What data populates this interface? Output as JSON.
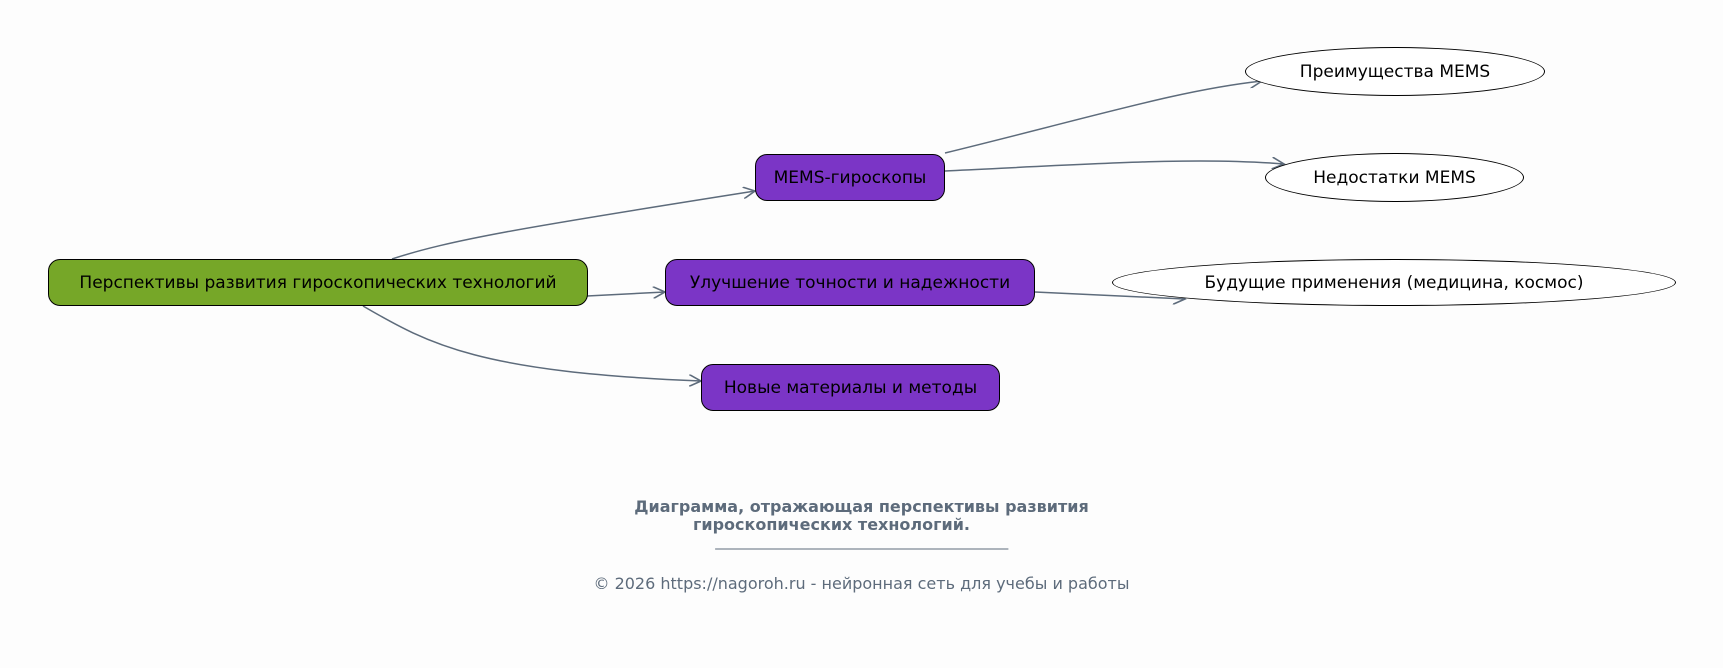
{
  "diagram": {
    "root": "Перспективы развития гироскопических технологий",
    "branches": [
      "MEMS-гироскопы",
      "Улучшение точности и надежности",
      "Новые материалы и методы"
    ],
    "leaves": [
      "Преимущества MEMS",
      "Недостатки MEMS",
      "Будущие применения (медицина, космос)"
    ],
    "colors": {
      "root": "#76a728",
      "branch": "#7b35c6",
      "edge": "#5d6b7b"
    }
  },
  "caption": {
    "line1": "Диаграмма, отражающая перспективы развития",
    "line2": "гироскопических технологий.",
    "separator": "_____________________________________________",
    "copyright": "© 2026 https://nagoroh.ru - нейронная сеть для учебы и работы"
  }
}
